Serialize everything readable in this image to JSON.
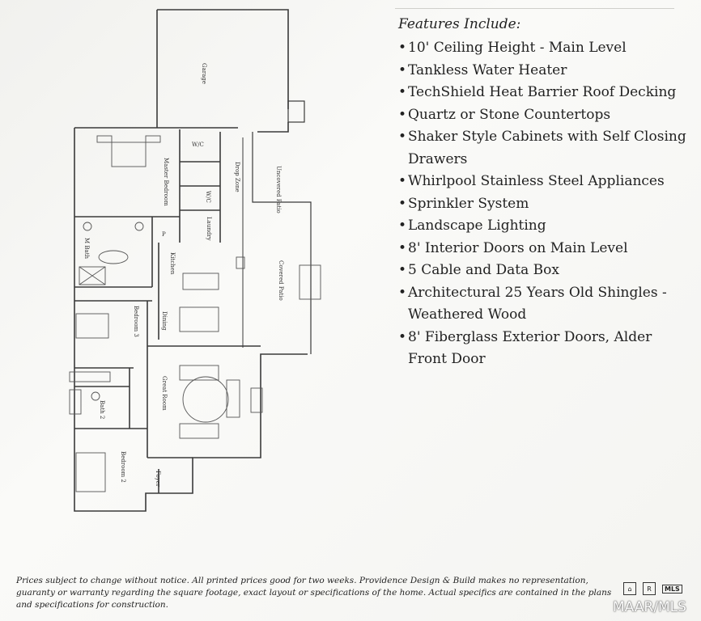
{
  "features": {
    "title": "Features Include:",
    "items": [
      "10' Ceiling Height - Main Level",
      "Tankless Water Heater",
      "TechShield Heat Barrier Roof Decking",
      "Quartz or Stone Countertops",
      "Shaker Style Cabinets with Self Closing Drawers",
      "Whirlpool Stainless Steel Appliances",
      "Sprinkler System",
      "Landscape Lighting",
      "8' Interior Doors on Main Level",
      "5 Cable and Data Box",
      "Architectural 25 Years Old Shingles - Weathered Wood",
      "8' Fiberglass Exterior Doors, Alder Front Door"
    ]
  },
  "disclaimer": "Prices subject to change without notice. All printed prices good for two weeks. Providence Design & Build makes no representation, guaranty or warranty regarding the square footage, exact layout or specifications of the home. Actual specifics are contained in the plans and specifications for construction.",
  "watermark": "MAAR/MLS",
  "logos": {
    "mls": "MLS"
  },
  "rooms": {
    "garage": "Garage",
    "wic1": "W/C",
    "wic2": "W/C",
    "master_bedroom": "Master Bedroom",
    "drop_zone": "Drop Zone",
    "uncovered_patio": "Uncovered Patio",
    "laundry": "Laundry",
    "m_bath": "M Bath",
    "pantry": "P",
    "kitchen": "Kitchen",
    "covered_patio": "Covered Patio",
    "bedroom3": "Bedroom 3",
    "dining": "Dining",
    "great_room": "Great Room",
    "bath2": "Bath 2",
    "bedroom2": "Bedroom 2",
    "foyer": "Foyer"
  }
}
